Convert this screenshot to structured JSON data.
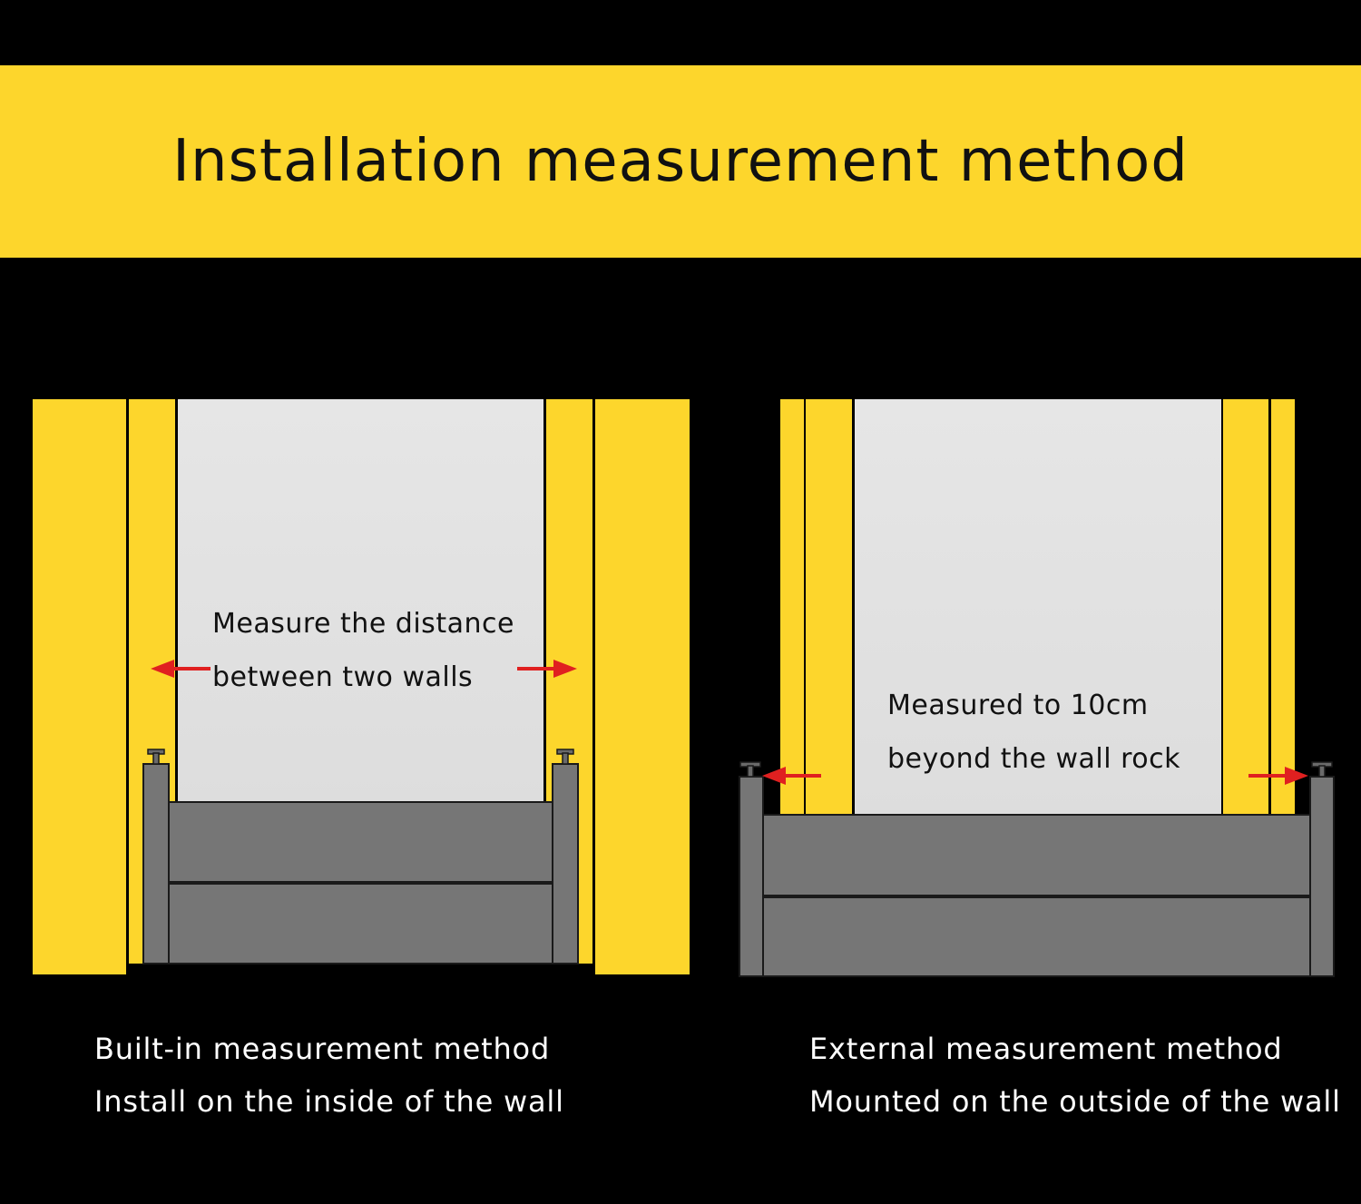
{
  "header": {
    "title": "Installation measurement method"
  },
  "colors": {
    "wall_yellow": "#fdd62c",
    "gate_gray": "#767676",
    "panel_light": "#e4e4e4",
    "arrow_red": "#e02020",
    "background": "#000000"
  },
  "left_diagram": {
    "label_line1": "Measure the distance",
    "label_line2": "between two walls",
    "caption_title": "Built-in measurement method",
    "caption_subtitle": "Install on the inside of the wall"
  },
  "right_diagram": {
    "label_line1": "Measured to 10cm",
    "label_line2": "beyond the wall rock",
    "caption_title": "External measurement method",
    "caption_subtitle": "Mounted on the outside of the wall"
  }
}
